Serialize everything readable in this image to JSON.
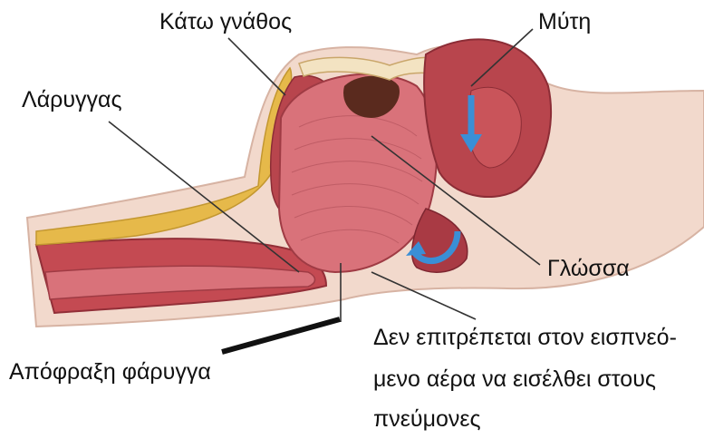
{
  "labels": {
    "lower_jaw": "Κάτω γνάθος",
    "nose": "Μύτη",
    "larynx": "Λάρυγγας",
    "tongue": "Γλώσσα",
    "pharynx_obstruction": "Απόφραξη φάρυγγα"
  },
  "note": {
    "line1": "Δεν επιτρέπεται στον εισπνεό-",
    "line2": "μενο αέρα να εισέλθει στους",
    "line3": "πνεύμονες"
  },
  "colors": {
    "background": "#ffffff",
    "skin": "#f2d9cc",
    "muscle": "#c9545a",
    "muscle_dark": "#a93a44",
    "tongue": "#d9727a",
    "fat": "#e6b94a",
    "airway_dark": "#5a2a1e",
    "airflow_arrow": "#3a8fd6",
    "pointer_line": "#333333"
  }
}
